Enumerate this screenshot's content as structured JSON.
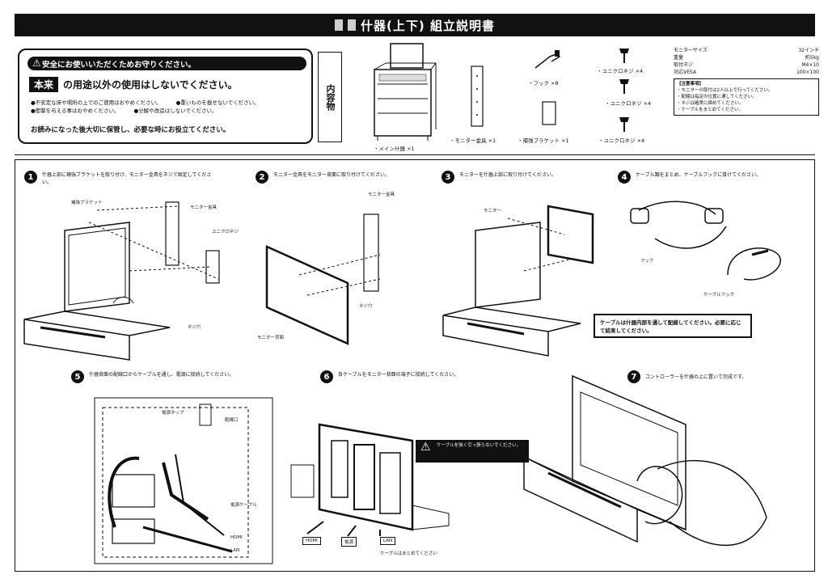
{
  "header": {
    "title": "什器(上下) 組立説明書"
  },
  "warning": {
    "headline": "安全にお使いいただくためお守りください。",
    "emphasis": "本来",
    "line2": "の用途以外の使用はしないでください。",
    "bullets": [
      "●不安定な床や場所の上でのご使用はおやめください。",
      "●重いものを載せないでください。",
      "●衝撃を与える事はおやめください。",
      "●分解や改造はしないでください。"
    ],
    "footer": "お読みになった後大切に保管し、必要な時にお役立てください。"
  },
  "contents_label": "内容物",
  "parts": {
    "main": "・メイン什器 ×1",
    "panel": "・モニター金具 ×1",
    "hook": "・フック ×8",
    "bracket": "・補強ブラケット ×1",
    "screw1": "・ユニクロネジ ×4",
    "screw2": "・ユニクロネジ ×4",
    "screw3": "・ユニクロネジ ×4"
  },
  "spec": {
    "rows": [
      [
        "モニターサイズ",
        "32インチ"
      ],
      [
        "重量",
        "約5kg"
      ],
      [
        "取付ネジ",
        "M4×10"
      ],
      [
        "対応VESA",
        "100×100"
      ]
    ],
    "box_title": "【注意事項】",
    "box_lines": [
      "・モニターの取付は2人以上で行ってください。",
      "・配線は指定の位置に通してください。",
      "・ネジは確実に締めてください。",
      "・ケーブルをまとめてください。"
    ]
  },
  "steps": [
    {
      "num": "1",
      "text": "什器上部に補強ブラケットを取り付け、モニター金具をネジで固定してください。"
    },
    {
      "num": "2",
      "text": "モニター金具をモニター背面に取り付けてください。"
    },
    {
      "num": "3",
      "text": "モニターを什器上部に取り付けてください。"
    },
    {
      "num": "4",
      "text": "ケーブル類をまとめ、ケーブルフックに掛けてください。"
    },
    {
      "num": "5",
      "text": "什器背面の配線口からケーブルを通し、電源に接続してください。"
    },
    {
      "num": "6",
      "text": "各ケーブルをモニター背面の端子に接続してください。"
    },
    {
      "num": "7",
      "text": "コントローラーを什器の上に置いて完成です。"
    }
  ],
  "labels": {
    "s1": [
      "補強ブラケット",
      "モニター金具",
      "ユニクロネジ",
      "ネジ穴"
    ],
    "s2": [
      "モニター金具",
      "ネジ穴",
      "モニター背面"
    ],
    "s3": [
      "モニター"
    ],
    "s4": [
      "フック",
      "ケーブルフック"
    ],
    "s5": [
      "電源タップ",
      "配線口",
      "電源ケーブル",
      "HDMI",
      "LAN"
    ],
    "s6": [
      "HDMI",
      "電源",
      "LAN",
      "ケーブルはまとめてください"
    ]
  },
  "notice4": "ケーブルは什器内部を通して配線してください。必要に応じて結束してください。",
  "warn6": "ケーブルを強く引っ張らないでください。"
}
